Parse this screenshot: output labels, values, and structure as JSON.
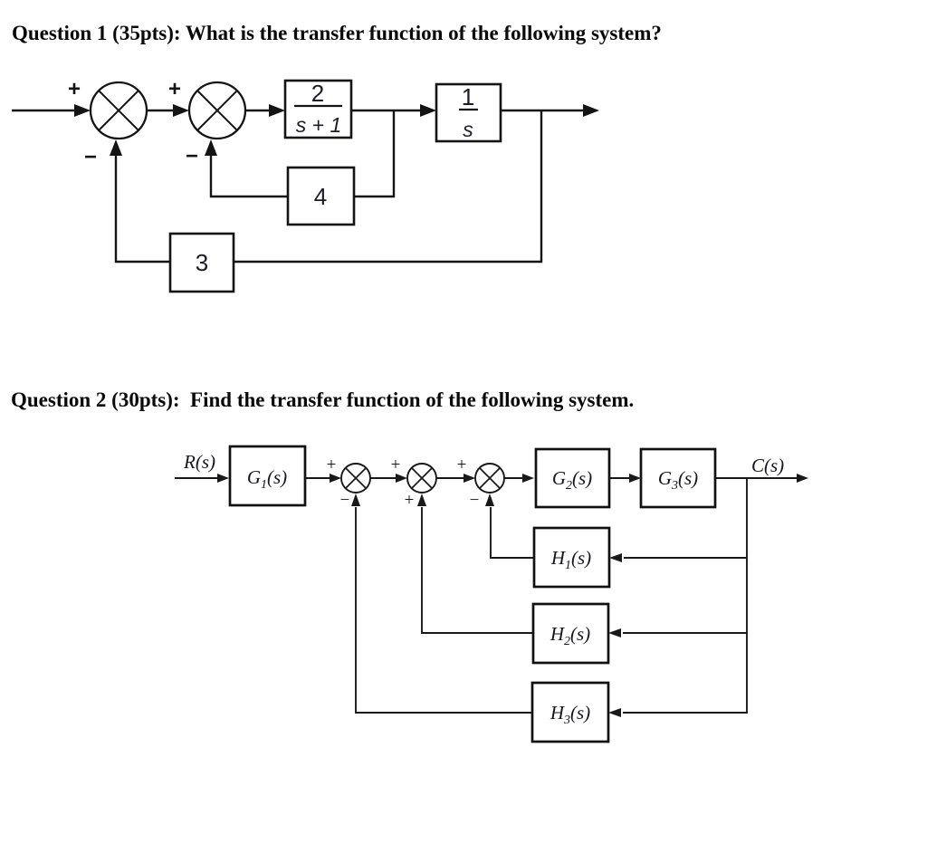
{
  "q1": {
    "title": "Question 1 (35pts): What is the transfer function of the following system?",
    "sum1": {
      "top_sign": "+",
      "bottom_sign": "−"
    },
    "sum2": {
      "top_sign": "+",
      "bottom_sign": "−"
    },
    "forward_block": {
      "numerator": "2",
      "denominator": "s + 1"
    },
    "integrator_block": {
      "numerator": "1",
      "denominator": "s"
    },
    "inner_feedback_block": {
      "gain": "4"
    },
    "outer_feedback_block": {
      "gain": "3"
    }
  },
  "q2": {
    "title": "Question 2 (30pts):  Find the transfer function of the following system.",
    "input_label": {
      "base": "R",
      "arg": "(s)"
    },
    "output_label": {
      "base": "C",
      "arg": "(s)"
    },
    "g1": {
      "base": "G",
      "sub": "1",
      "arg": "(s)"
    },
    "g2": {
      "base": "G",
      "sub": "2",
      "arg": "(s)"
    },
    "g3": {
      "base": "G",
      "sub": "3",
      "arg": "(s)"
    },
    "h1": {
      "base": "H",
      "sub": "1",
      "arg": "(s)"
    },
    "h2": {
      "base": "H",
      "sub": "2",
      "arg": "(s)"
    },
    "h3": {
      "base": "H",
      "sub": "3",
      "arg": "(s)"
    },
    "sum1": {
      "top_sign": "+",
      "bottom_sign": "−"
    },
    "sum2": {
      "top_sign": "+",
      "bottom_sign": "+"
    },
    "sum3": {
      "top_sign": "+",
      "bottom_sign": "−"
    }
  }
}
